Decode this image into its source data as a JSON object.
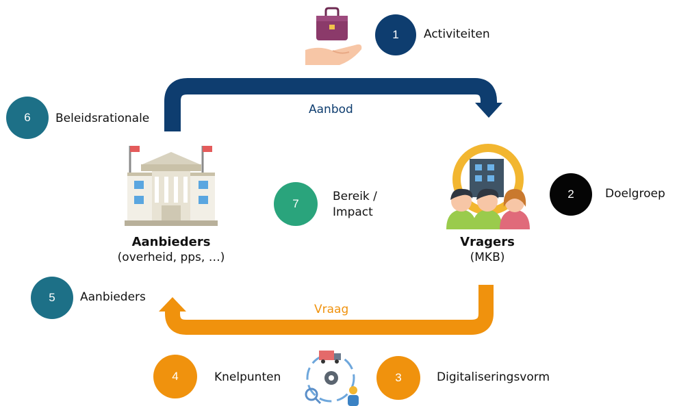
{
  "colors": {
    "navy": "#0e3d6f",
    "teal": "#1d7087",
    "green": "#2aa47c",
    "black": "#050505",
    "orange": "#f0920d"
  },
  "steps": [
    {
      "number": "1",
      "label": "Activiteiten",
      "color": "navy"
    },
    {
      "number": "2",
      "label": "Doelgroep",
      "color": "black"
    },
    {
      "number": "3",
      "label": "Digitaliseringsvorm",
      "color": "orange"
    },
    {
      "number": "4",
      "label": "Knelpunten",
      "color": "orange"
    },
    {
      "number": "5",
      "label": "Aanbieders",
      "color": "teal"
    },
    {
      "number": "6",
      "label": "Beleidsrationale",
      "color": "teal"
    },
    {
      "number": "7",
      "label": "Bereik /\nImpact",
      "color": "green"
    }
  ],
  "flows": {
    "top": "Aanbod",
    "bottom": "Vraag"
  },
  "providers": {
    "title": "Aanbieders",
    "subtitle": "(overheid, pps, …)",
    "icon": "government-building-icon"
  },
  "demanders": {
    "title": "Vragers",
    "subtitle": "(MKB)",
    "icon": "business-people-gear-icon"
  },
  "icons": {
    "activities": "hand-briefcase-icon",
    "digital": "digital-cycle-icon"
  }
}
